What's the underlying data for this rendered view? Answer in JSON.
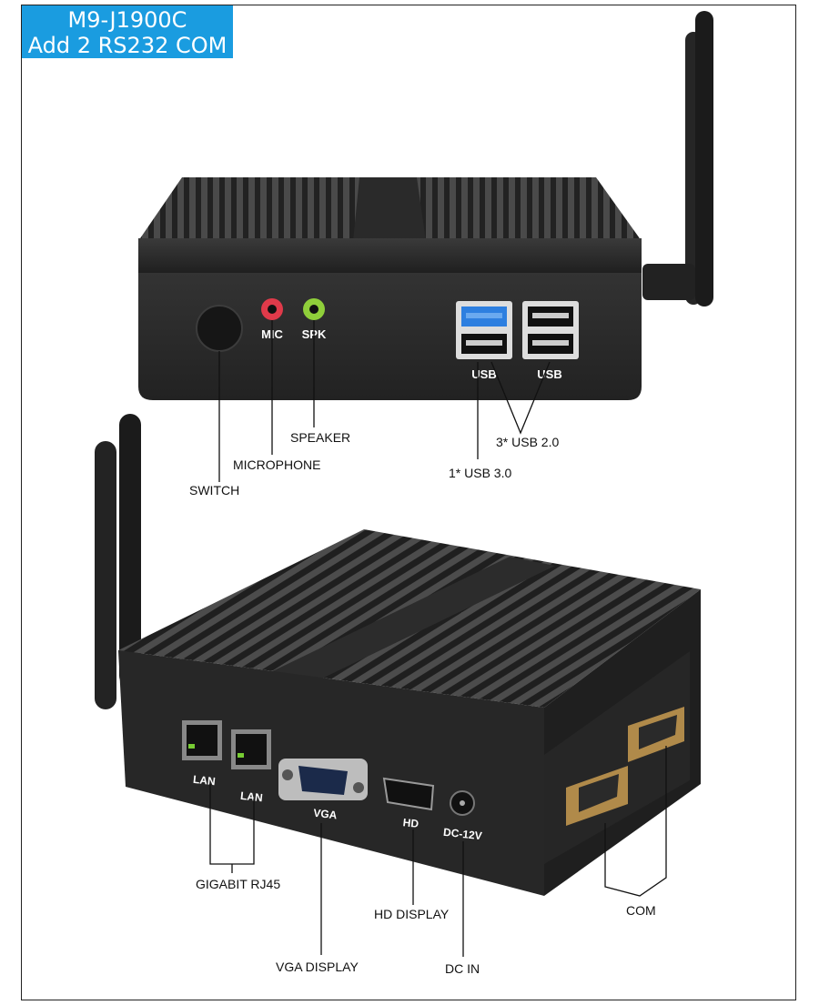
{
  "title": {
    "line1": "M9-J1900C",
    "line2": "Add 2 RS232 COM"
  },
  "front_panel": {
    "port_markings": {
      "mic": "MIC",
      "spk": "SPK",
      "usb_left": "USB",
      "usb_right": "USB"
    },
    "callouts": {
      "speaker": "SPEAKER",
      "microphone": "MICROPHONE",
      "switch": "SWITCH",
      "usb2": "3* USB 2.0",
      "usb3": "1* USB 3.0"
    }
  },
  "rear_panel": {
    "port_markings": {
      "lan1": "LAN",
      "lan2": "LAN",
      "vga": "VGA",
      "hd": "HD",
      "dc": "DC-12V"
    },
    "callouts": {
      "gigabit": "GIGABIT RJ45",
      "hd_display": "HD DISPLAY",
      "vga_display": "VGA DISPLAY",
      "dc_in": "DC IN",
      "com": "COM"
    }
  },
  "colors": {
    "badge": "#1a9ce0",
    "case": "#2b2b2b",
    "mic_jack": "#e03a4a",
    "spk_jack": "#8fcf3a",
    "usb3": "#2d7fe0"
  }
}
